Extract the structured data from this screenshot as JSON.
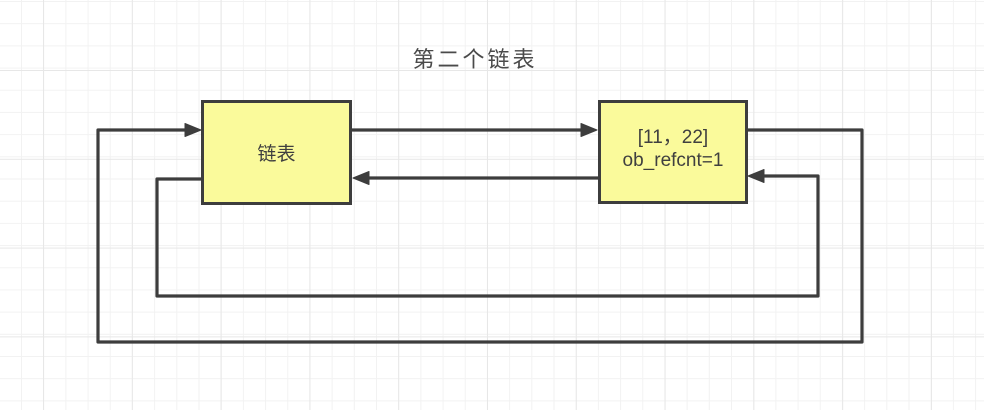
{
  "title": {
    "text": "第二个链表"
  },
  "nodes": [
    {
      "id": "list-variable",
      "label": "链表"
    },
    {
      "id": "list-object",
      "lines": [
        "[11，22]",
        "ob_refcnt=1"
      ]
    }
  ],
  "edges": [
    {
      "from": "链表",
      "to": "[11，22] ob_refcnt=1",
      "route": "straight-top",
      "arrow": "into-right-node-left-side"
    },
    {
      "from": "[11，22] ob_refcnt=1",
      "to": "链表",
      "route": "straight-middle",
      "arrow": "into-left-node-right-side"
    },
    {
      "from": "[11，22] ob_refcnt=1",
      "to": "链表",
      "route": "outer-bottom-loop",
      "arrow": "into-left-node-left-side"
    },
    {
      "from": "链表",
      "to": "[11，22] ob_refcnt=1",
      "route": "inner-bottom-loop",
      "arrow": "into-right-node-right-side"
    }
  ],
  "colors": {
    "canvas_bg": "#ffffff",
    "grid_minor": "#f2f2f2",
    "grid_major": "#e7e7e7",
    "node_fill": "#fafa9b",
    "node_border": "#3d3d3d",
    "connector": "#3d3d3d",
    "node_text": "#3f3f3f",
    "title_text": "#4a4a4a"
  }
}
